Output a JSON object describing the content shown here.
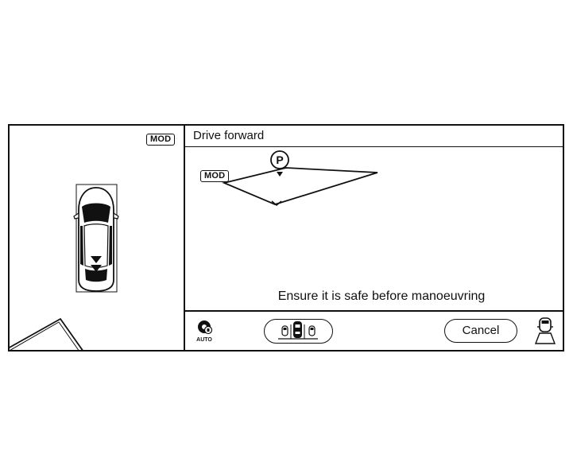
{
  "top_view": {
    "mod_badge": "MOD"
  },
  "camera_view": {
    "title": "Drive forward",
    "mod_badge": "MOD",
    "parking_marker": "P",
    "message": "Ensure it is safe before manoeuvring"
  },
  "footer": {
    "auto_label": "AUTO",
    "cancel_label": "Cancel"
  },
  "icons": {
    "auto_mode": "steering-auto-icon",
    "parking_position": "parking-position-icon",
    "rear_view": "rear-view-car-icon"
  }
}
